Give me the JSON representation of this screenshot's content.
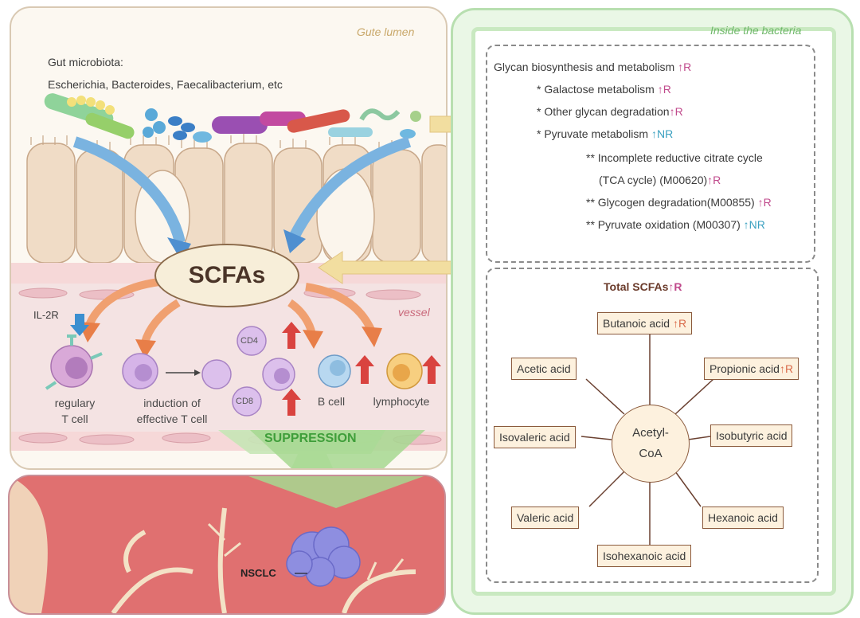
{
  "left": {
    "lumen_label": "Gute lumen",
    "microbiota_title": "Gut microbiota:",
    "microbiota_list": "Escherichia, Bacteroides, Faecalibacterium, etc",
    "scfas": "SCFAs",
    "vessel_label": "vessel",
    "il2r": "IL-2R",
    "cells": {
      "treg": "regulary\nT cell",
      "induction": "induction of\neffective T cell",
      "cd4": "CD4",
      "cd8": "CD8",
      "bcell": "B cell",
      "lymphocyte": "lymphocyte"
    },
    "suppression": "SUPPRESSION",
    "nsclc": "NSCLC"
  },
  "right": {
    "inside_label": "Inside the bacteria",
    "pathways": [
      {
        "text": "Glycan biosynthesis and metabolism",
        "arrow": "↑",
        "tag": "R",
        "color": "pink"
      },
      {
        "text": "* Galactose metabolism",
        "arrow": "↑",
        "tag": "R",
        "color": "pink"
      },
      {
        "text": "* Other glycan degradation",
        "arrow": "↑",
        "tag": "R",
        "color": "pink"
      },
      {
        "text": "* Pyruvate metabolism",
        "arrow": "↑",
        "tag": "NR",
        "color": "blue"
      },
      {
        "text": "** Incomplete reductive citrate cycle",
        "arrow": "",
        "tag": "",
        "color": "pink"
      },
      {
        "text": "(TCA cycle) (M00620)",
        "arrow": "↑",
        "tag": "R",
        "color": "pink"
      },
      {
        "text": "** Glycogen degradation(M00855)",
        "arrow": "↑",
        "tag": "R",
        "color": "pink"
      },
      {
        "text": "** Pyruvate oxidation (M00307)",
        "arrow": "↑",
        "tag": "NR",
        "color": "blue"
      }
    ],
    "total_title": "Total SCFAs",
    "total_arrow": "↑",
    "total_tag": "R",
    "hub_line1": "Acetyl-",
    "hub_line2": "CoA",
    "acids": {
      "butanoic": "Butanoic acid ",
      "butanoic_tag": "↑R",
      "acetic": "Acetic acid",
      "propionic": "Propionic acid",
      "propionic_tag": "↑R",
      "isovaleric": "Isovaleric acid",
      "isobutyric": "Isobutyric acid",
      "valeric": "Valeric acid",
      "hexanoic": "Hexanoic acid",
      "isohexanoic": "Isohexanoic acid"
    }
  },
  "colors": {
    "pink_tag": "#c04a8c",
    "blue_tag": "#3aa0c0",
    "red_arrow": "#d9433f",
    "blue_arrow": "#3b8fd0",
    "green_arrow": "#8fcf6f",
    "yellow_arrow": "#f2dea0"
  }
}
